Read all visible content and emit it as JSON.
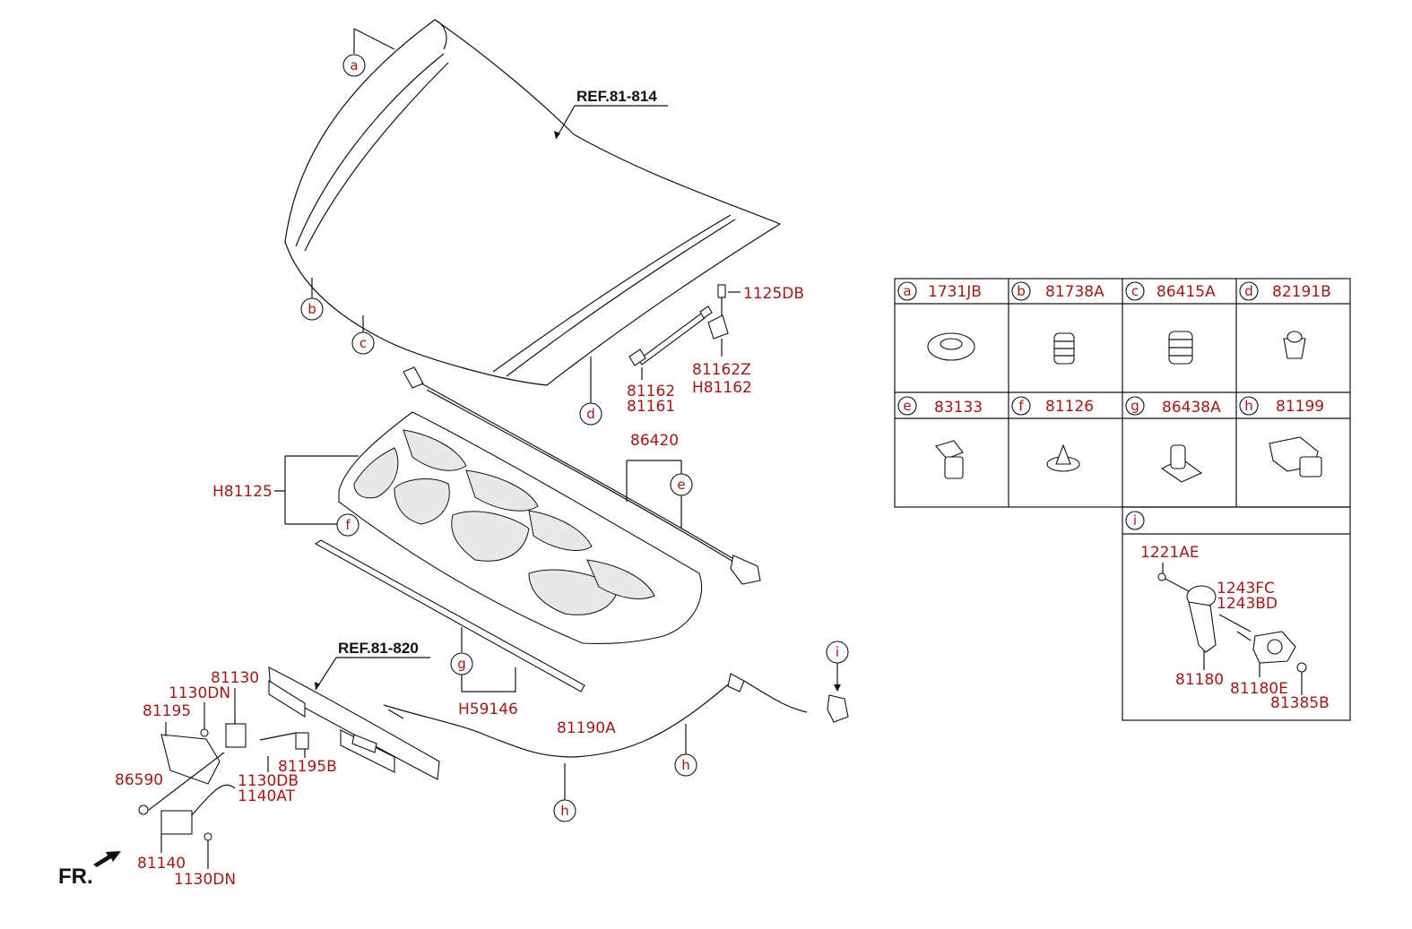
{
  "references": {
    "hood": "REF.81-814",
    "crossmember": "REF.81-820"
  },
  "front_marker": "FR.",
  "callouts": [
    "a",
    "b",
    "c",
    "d",
    "e",
    "f",
    "g",
    "h",
    "i"
  ],
  "part_labels": {
    "p1125DB": "1125DB",
    "p81162Z": "81162Z",
    "pH81162": "H81162",
    "p81162": "81162",
    "p81161": "81161",
    "p86420": "86420",
    "pH81125": "H81125",
    "pH59146": "H59146",
    "p81190A": "81190A",
    "p81130": "81130",
    "p1130DN_a": "1130DN",
    "p81195": "81195",
    "p86590": "86590",
    "p1130DB": "1130DB",
    "p1140AT": "1140AT",
    "p81195B": "81195B",
    "p81140": "81140",
    "p1130DN_b": "1130DN"
  },
  "legend": [
    {
      "key": "a",
      "part": "1731JB"
    },
    {
      "key": "b",
      "part": "81738A"
    },
    {
      "key": "c",
      "part": "86415A"
    },
    {
      "key": "d",
      "part": "82191B"
    },
    {
      "key": "e",
      "part": "83133"
    },
    {
      "key": "f",
      "part": "81126"
    },
    {
      "key": "g",
      "part": "86438A"
    },
    {
      "key": "h",
      "part": "81199"
    }
  ],
  "legend_i": {
    "key": "i",
    "parts": {
      "q1221AE": "1221AE",
      "q1243FC": "1243FC",
      "q1243BD": "1243BD",
      "q81180": "81180",
      "q81180E": "81180E",
      "q81385B": "81385B"
    }
  },
  "colors": {
    "label": "#a01818",
    "line": "#111111"
  }
}
